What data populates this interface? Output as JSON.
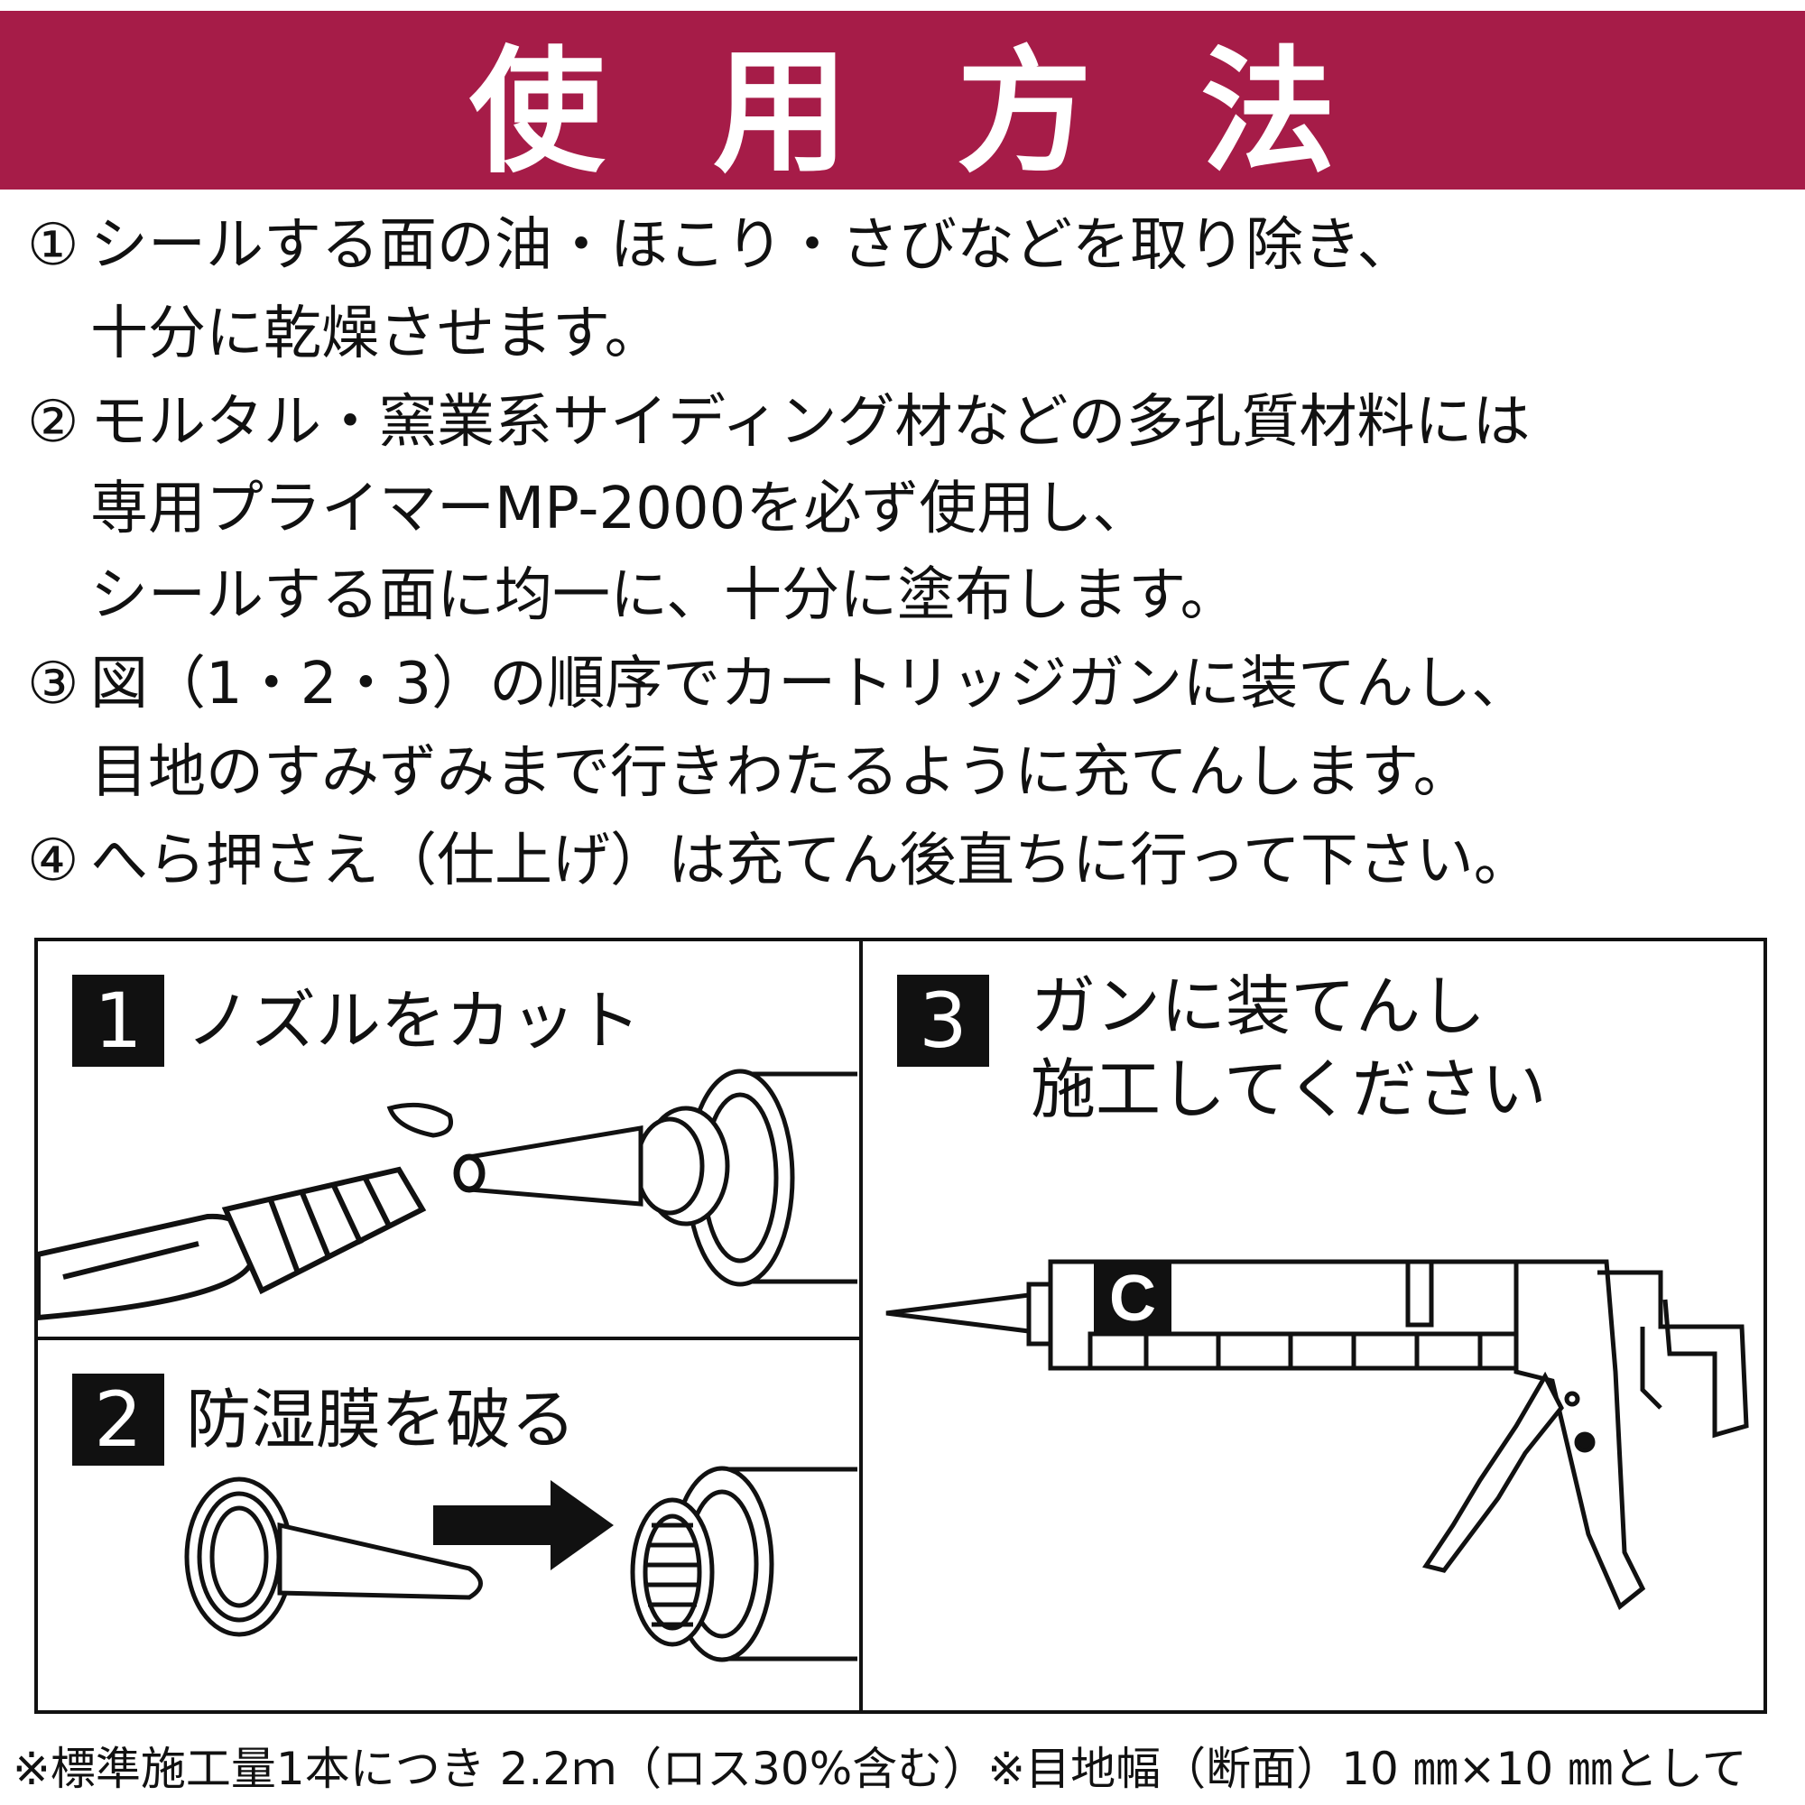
{
  "header": {
    "title": "使用方法"
  },
  "steps": [
    {
      "number": "①",
      "lines": [
        "シールする面の油・ほこり・さびなどを取り除き、",
        "十分に乾燥させます。"
      ]
    },
    {
      "number": "②",
      "lines": [
        "モルタル・窯業系サイディング材などの多孔質材料には",
        "専用プライマーMP-2000を必ず使用し、",
        "シールする面に均一に、十分に塗布します。"
      ]
    },
    {
      "number": "③",
      "lines": [
        "図（1・2・3）の順序でカートリッジガンに装てんし、",
        "目地のすみずみまで行きわたるように充てんします。"
      ]
    },
    {
      "number": "④",
      "lines": [
        "へら押さえ（仕上げ）は充てん後直ちに行って下さい。"
      ]
    }
  ],
  "panels": [
    {
      "number": "1",
      "label": "ノズルをカット"
    },
    {
      "number": "2",
      "label": "防湿膜を破る"
    },
    {
      "number": "3",
      "label_lines": [
        "ガンに装てんし",
        "施工してください"
      ]
    }
  ],
  "gun_badge": "C",
  "footnote": "※標準施工量1本につき 2.2ｍ（ロス30%含む）※目地幅（断面）10 ㎜×10 ㎜として",
  "colors": {
    "title_bg": "#a61c48",
    "title_text": "#ffffff",
    "ink": "#111111"
  }
}
